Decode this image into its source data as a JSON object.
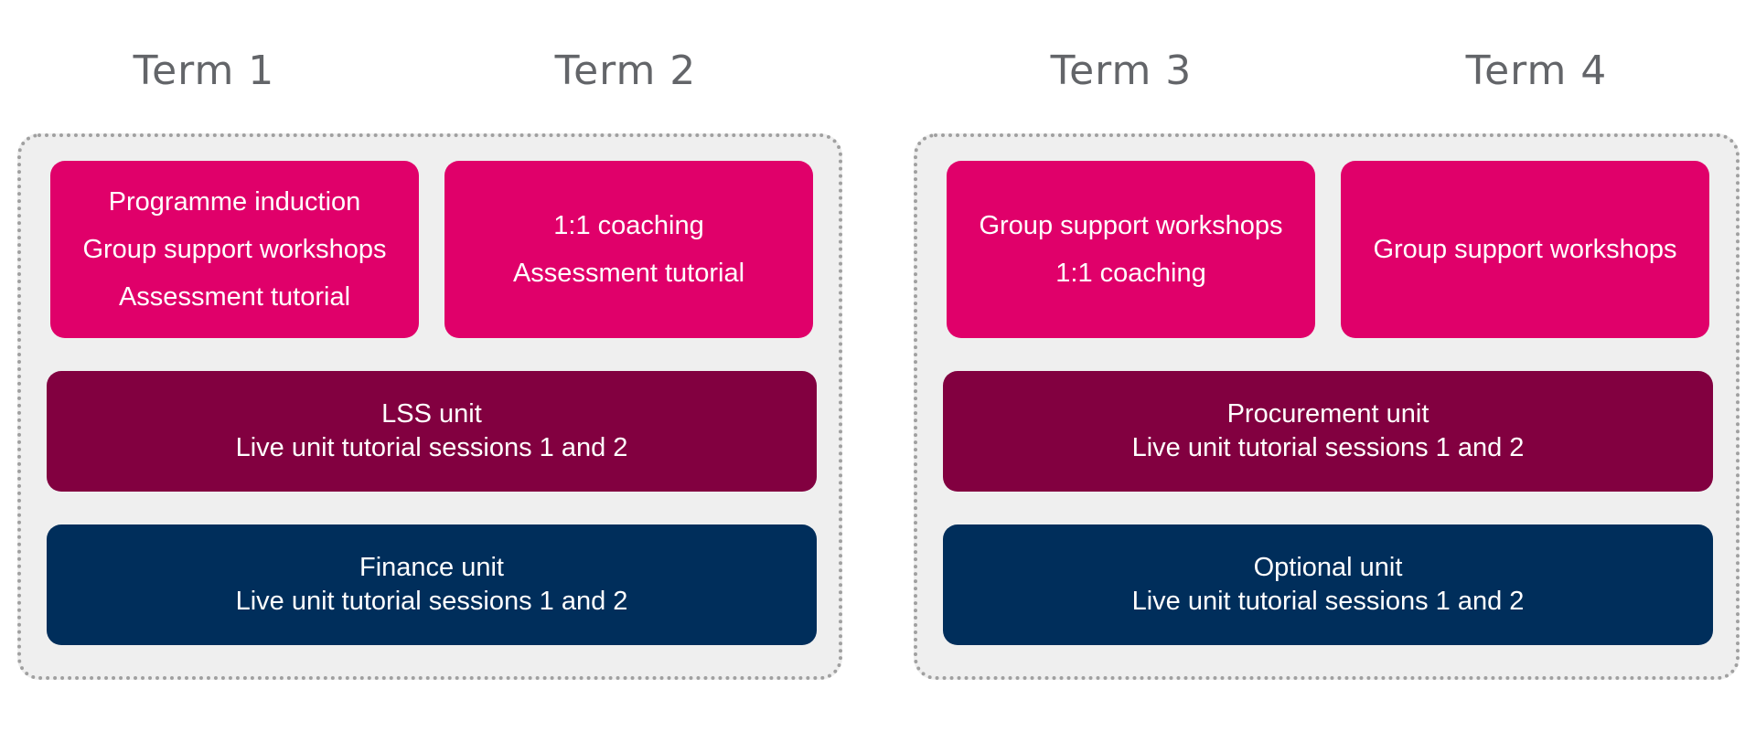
{
  "terms": [
    "Term 1",
    "Term 2",
    "Term 3",
    "Term 4"
  ],
  "left_panel": {
    "term1_activities": [
      "Programme induction",
      "Group support workshops",
      "Assessment tutorial"
    ],
    "term2_activities": [
      "1:1 coaching",
      "Assessment tutorial"
    ],
    "unit_a": {
      "title": "LSS unit",
      "subtitle": "Live unit tutorial sessions 1 and 2"
    },
    "unit_b": {
      "title": "Finance unit",
      "subtitle": "Live unit tutorial sessions 1 and 2"
    }
  },
  "right_panel": {
    "term3_activities": [
      "Group support workshops",
      "1:1 coaching"
    ],
    "term4_activities": [
      "Group support workshops"
    ],
    "unit_a": {
      "title": "Procurement unit",
      "subtitle": "Live unit tutorial sessions 1 and 2"
    },
    "unit_b": {
      "title": "Optional unit",
      "subtitle": "Live unit tutorial sessions 1 and 2"
    }
  },
  "colors": {
    "activity_box": "#e0006a",
    "unit_primary": "#820040",
    "unit_secondary": "#002e5b",
    "panel_bg": "#efefef",
    "heading": "#636569"
  }
}
